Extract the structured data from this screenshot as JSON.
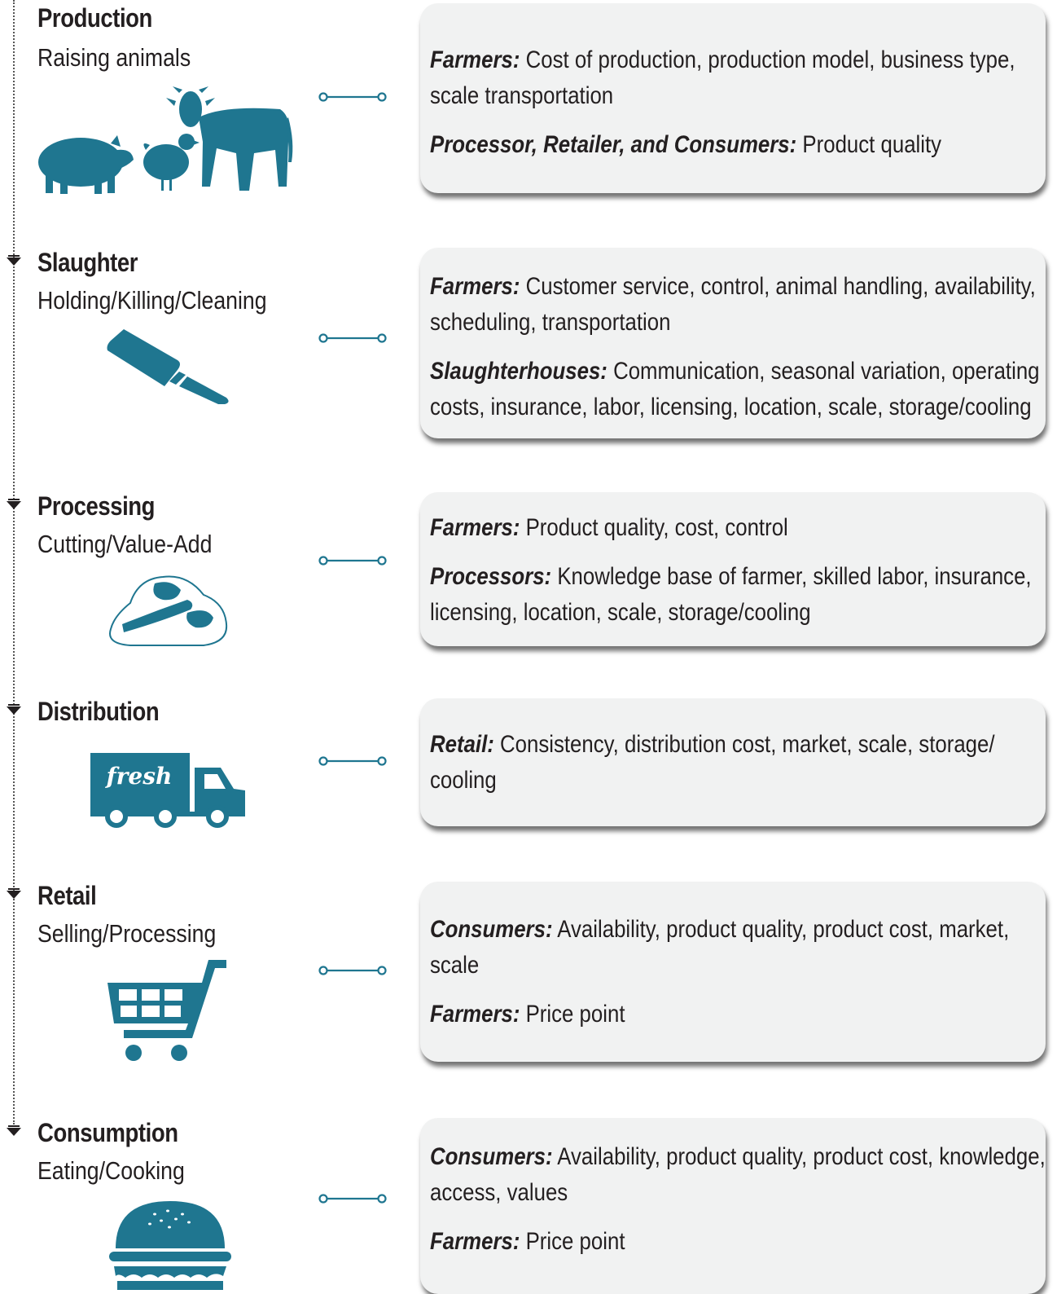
{
  "colors": {
    "icon": "#1f7690",
    "text": "#231f20",
    "card": "#f1f2f2"
  },
  "stages": [
    {
      "title": "Production",
      "subtitle": "Raising animals",
      "icon": "livestock-icon",
      "notes": [
        {
          "role": "Farmers:",
          "text": " Cost of production, production model, business type, scale transportation"
        },
        {
          "role": "Processor, Retailer, and Consumers:",
          "text": " Product quality"
        }
      ]
    },
    {
      "title": "Slaughter",
      "subtitle": "Holding/Killing/Cleaning",
      "icon": "cleaver-icon",
      "notes": [
        {
          "role": "Farmers:",
          "text": " Customer service, control, animal handling, availability, scheduling, transportation"
        },
        {
          "role": "Slaughterhouses:",
          "text": " Communication, seasonal variation, operating costs, insurance, labor, licensing, location, scale, storage/cooling"
        }
      ]
    },
    {
      "title": "Processing",
      "subtitle": "Cutting/Value-Add",
      "icon": "steak-icon",
      "notes": [
        {
          "role": "Farmers:",
          "text": " Product quality, cost, control"
        },
        {
          "role": "Processors:",
          "text": " Knowledge base of farmer, skilled labor, insurance, licensing, location, scale, storage/cooling"
        }
      ]
    },
    {
      "title": "Distribution",
      "subtitle": "",
      "icon": "truck-icon",
      "truck_label": "fresh",
      "notes": [
        {
          "role": "Retail:",
          "text": " Consistency, distribution cost, market, scale, storage/ cooling"
        }
      ]
    },
    {
      "title": "Retail",
      "subtitle": "Selling/Processing",
      "icon": "shopping-cart-icon",
      "notes": [
        {
          "role": "Consumers:",
          "text": " Availability, product quality, product cost, market, scale"
        },
        {
          "role": "Farmers:",
          "text": " Price point"
        }
      ]
    },
    {
      "title": "Consumption",
      "subtitle": "Eating/Cooking",
      "icon": "burger-icon",
      "notes": [
        {
          "role": "Consumers:",
          "text": " Availability, product quality, product cost, knowledge, access, values"
        },
        {
          "role": "Farmers:",
          "text": " Price point"
        }
      ]
    }
  ]
}
